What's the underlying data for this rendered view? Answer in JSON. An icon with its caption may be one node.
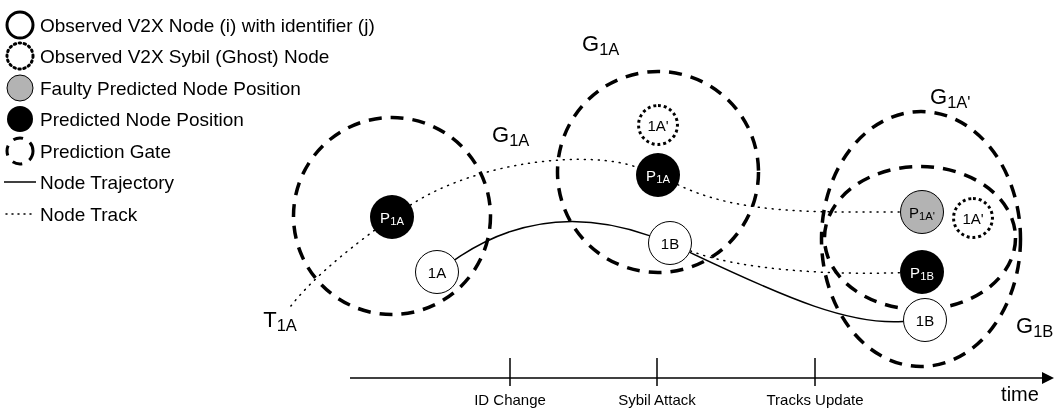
{
  "diagram": {
    "nodes": [
      {
        "text": [
          "T$_{1A}$"
        ]
      },
      {
        "text": [
          "G$_{1A}$"
        ]
      },
      {
        "text": [
          "P$_{1A}$"
        ],
        "in": 1
      },
      {
        "text": [
          "1A"
        ],
        "in": 1
      },
      {
        "text": [
          "G$_{1A}$"
        ]
      },
      {
        "text": [
          "1A'"
        ],
        "in": 4
      },
      {
        "text": [
          "P$_{1A}$"
        ],
        "in": 4
      },
      {
        "text": [
          "1B"
        ],
        "in": 4
      },
      {
        "text": [
          "G$_{1A'}$"
        ]
      },
      {
        "text": [
          "G$_{1B}$"
        ],
        "in": 8
      },
      {
        "text": [
          "P$_{1A'}$"
        ],
        "in": 9
      },
      {
        "text": [
          "1A'"
        ],
        "in": 9
      },
      {
        "text": [
          "P$_{1B}$"
        ],
        "in": 9
      },
      {
        "text": [
          "1B"
        ],
        "in": 8
      }
    ],
    "edges": [
      {
        "from": 0,
        "to": 2,
        "arrow": "none",
        "style": "dashed"
      },
      {
        "from": 2,
        "to": 6,
        "arrow": "none",
        "style": "dashed"
      },
      {
        "from": 6,
        "to": 10,
        "arrow": "none",
        "style": "dashed"
      },
      {
        "from": 7,
        "to": 12,
        "arrow": "none",
        "style": "dashed"
      },
      {
        "from": 3,
        "to": 7,
        "arrow": "none"
      },
      {
        "from": 7,
        "to": 13,
        "arrow": "none"
      }
    ],
    "labels": [
      "ID Change",
      "Sybil Attack",
      "Tracks Update",
      "time"
    ],
    "legend": [
      {
        "text": "Observed V2X Node (i) with identifier (j)"
      },
      {
        "text": "Observed V2X Sybil (Ghost) Node"
      },
      {
        "text": "Faulty Predicted Node Position"
      },
      {
        "text": "Predicted Node Position"
      },
      {
        "text": "Prediction Gate"
      },
      {
        "text": "Node Trajectory"
      },
      {
        "text": "Node Track"
      }
    ]
  }
}
